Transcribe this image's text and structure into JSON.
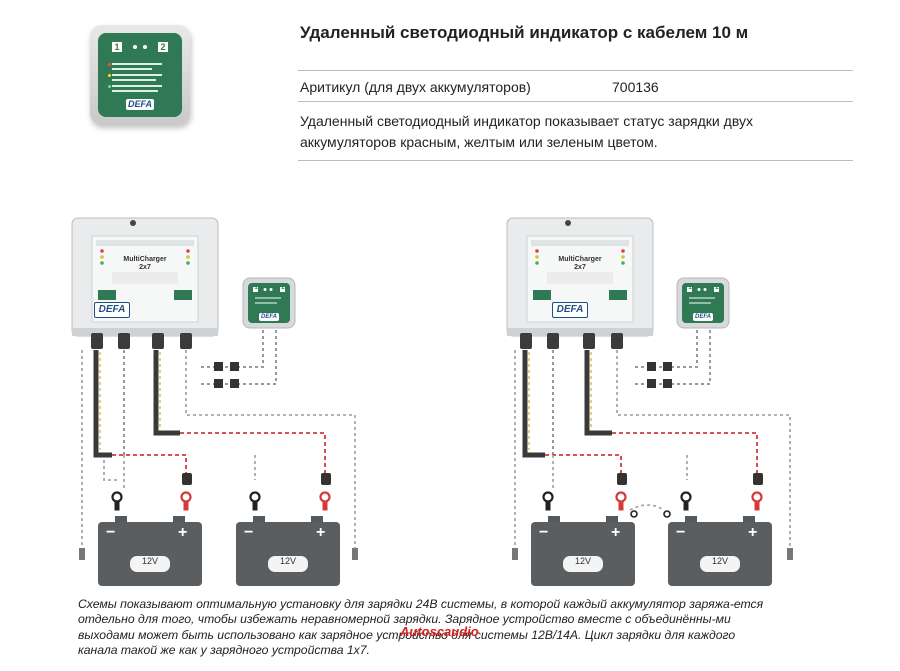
{
  "header": {
    "title": "Удаленный светодиодный индикатор с кабелем 10 м",
    "article_label": "Аритикул (для двух аккумуляторов)",
    "article_number": "700136",
    "description": "Удаленный светодиодный индикатор показывает статус зарядки двух аккумуляторов красным, желтым или зеленым цветом."
  },
  "indicator": {
    "num1": "1",
    "num2": "2",
    "logo": "DEFA"
  },
  "charger": {
    "model_line1": "MultiCharger",
    "model_line2": "2x7",
    "logo": "DEFA"
  },
  "battery": {
    "voltage": "12V",
    "minus": "−",
    "plus": "+"
  },
  "caption": "Схемы показывают оптимальную установку для зарядки 24В системы, в которой каждый аккумулятор заряжа-ется отдельно для того, чтобы избежать неравномерной зарядки. Зарядное устройство вместе с объединённы-ми выходами может быть использовано как зарядное устройство для системы 12В/14А. Цикл зарядки для каждого канала такой же как у зарядного устройства 1x7.",
  "watermark": "Autoscaudio",
  "colors": {
    "indicator_green": "#2f7a54",
    "cable_dark": "#3a3a3a",
    "cable_red": "#d43a3a",
    "battery_body": "#5a5e61",
    "defa_blue": "#1d4f86"
  }
}
